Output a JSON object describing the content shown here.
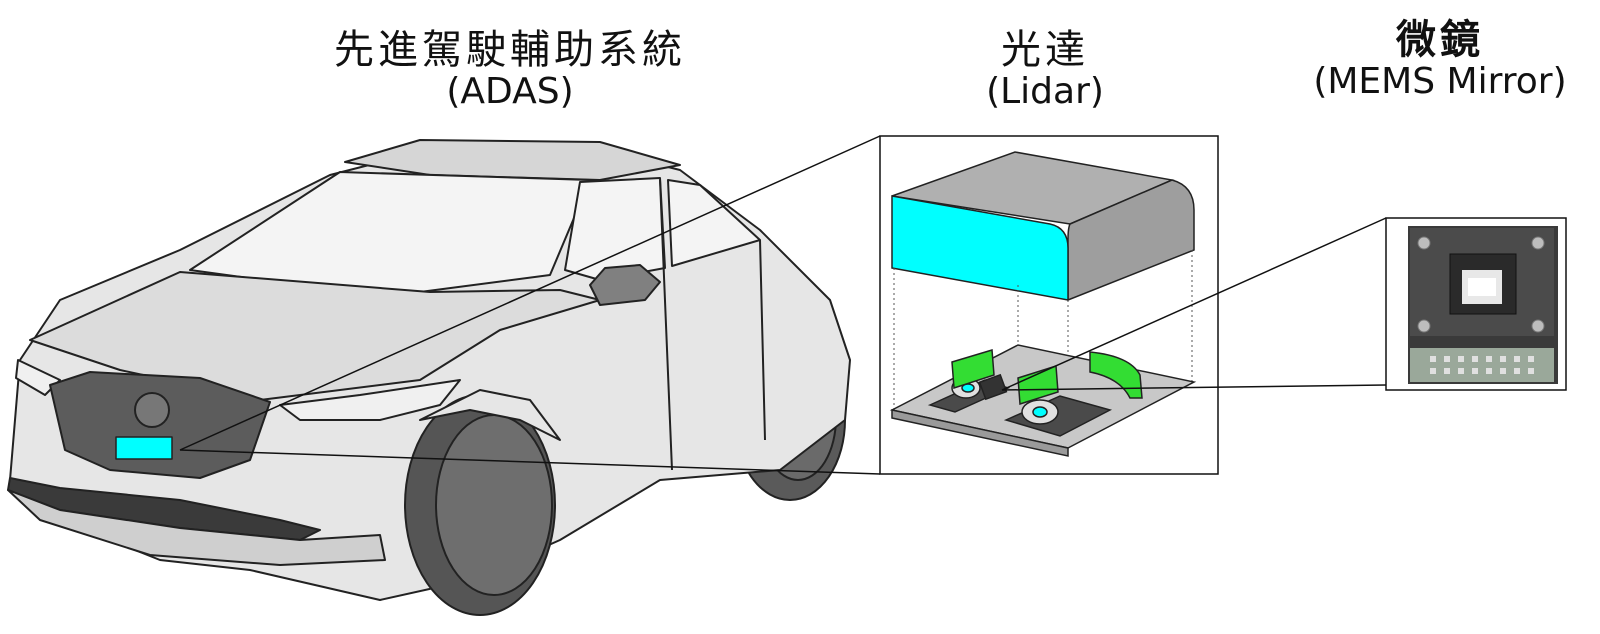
{
  "labels": {
    "adas": {
      "zh": "先進駕駛輔助系統",
      "en": "(ADAS)"
    },
    "lidar": {
      "zh": "光達",
      "en": "(Lidar)"
    },
    "mems": {
      "zh": "微鏡",
      "en": "(MEMS Mirror)"
    }
  },
  "colors": {
    "sensor": "#00ffff",
    "mirror_brackets": "#33dd33",
    "car_body": "#e8e8e8",
    "dark_parts": "#555555",
    "outline": "#222222"
  },
  "icons": [
    "car-illustration",
    "lidar-module-illustration",
    "mems-mirror-photo"
  ]
}
